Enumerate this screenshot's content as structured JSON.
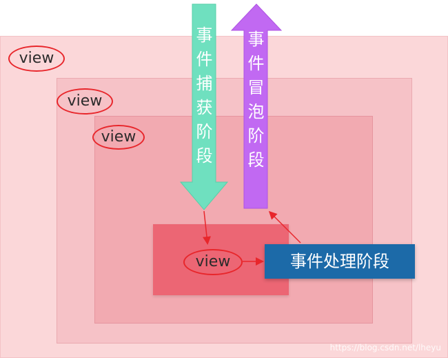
{
  "layers": [
    {
      "label": "view"
    },
    {
      "label": "view"
    },
    {
      "label": "view"
    },
    {
      "label": "view"
    }
  ],
  "capture_phase": {
    "label": "事件捕获阶段",
    "color": "#6fe0bf"
  },
  "bubble_phase": {
    "label": "事件冒泡阶段",
    "color": "#c169f2"
  },
  "handling_phase": {
    "label": "事件处理阶段",
    "color": "#1c6aa8"
  },
  "annotation_color": "#e8262b",
  "watermark": "https://blog.csdn.net/lheyu"
}
